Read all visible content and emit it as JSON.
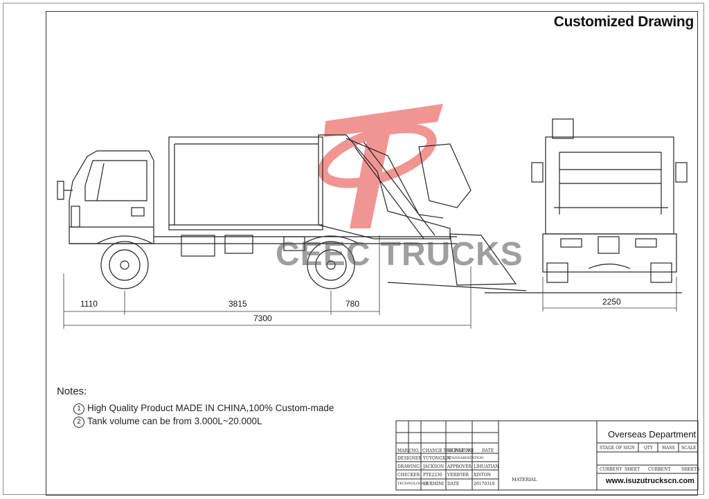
{
  "title": "Customized Drawing",
  "watermark": {
    "text": "CEEC TRUCKS",
    "color": "#e8504c"
  },
  "dimensions": {
    "front_overhang": "1110",
    "wheelbase": "3815",
    "rear_overhang": "780",
    "overall_length": "7300",
    "overall_width": "2250"
  },
  "notes": {
    "heading": "Notes:",
    "items": [
      {
        "num": "1",
        "text": "High Quality Product MADE IN CHINA,100% Custom-made"
      },
      {
        "num": "2",
        "text": "Tank volume can be from 3.000L~20.000L"
      }
    ]
  },
  "title_block": {
    "header_row": [
      "MARK",
      "NO.",
      "CHANGE THE FILE NO.",
      "SIGNATURE",
      "DATE"
    ],
    "rows": [
      [
        "DESIGNER",
        "YUYONGXIN",
        "STANDARDIZATION",
        ""
      ],
      [
        "DRAWING",
        "JACKSON",
        "APPROVER",
        "LIHUATIAN"
      ],
      [
        "CHECKER",
        "PTE2230",
        "VERIFIER",
        "XISTON"
      ],
      [
        "TECHNOLOGIST",
        "GERMINI",
        "DATE",
        "20170318"
      ]
    ],
    "material_label": "MATERIAL",
    "department": "Overseas Department",
    "stage_labels": [
      "STAGE OF SIGN",
      "QTY",
      "MASS",
      "SCALE"
    ],
    "sheet_labels": [
      "CURRENT",
      "SHEET",
      "CURRENT",
      "SHEETS"
    ],
    "website": "www.isuzutruckscn.com"
  }
}
